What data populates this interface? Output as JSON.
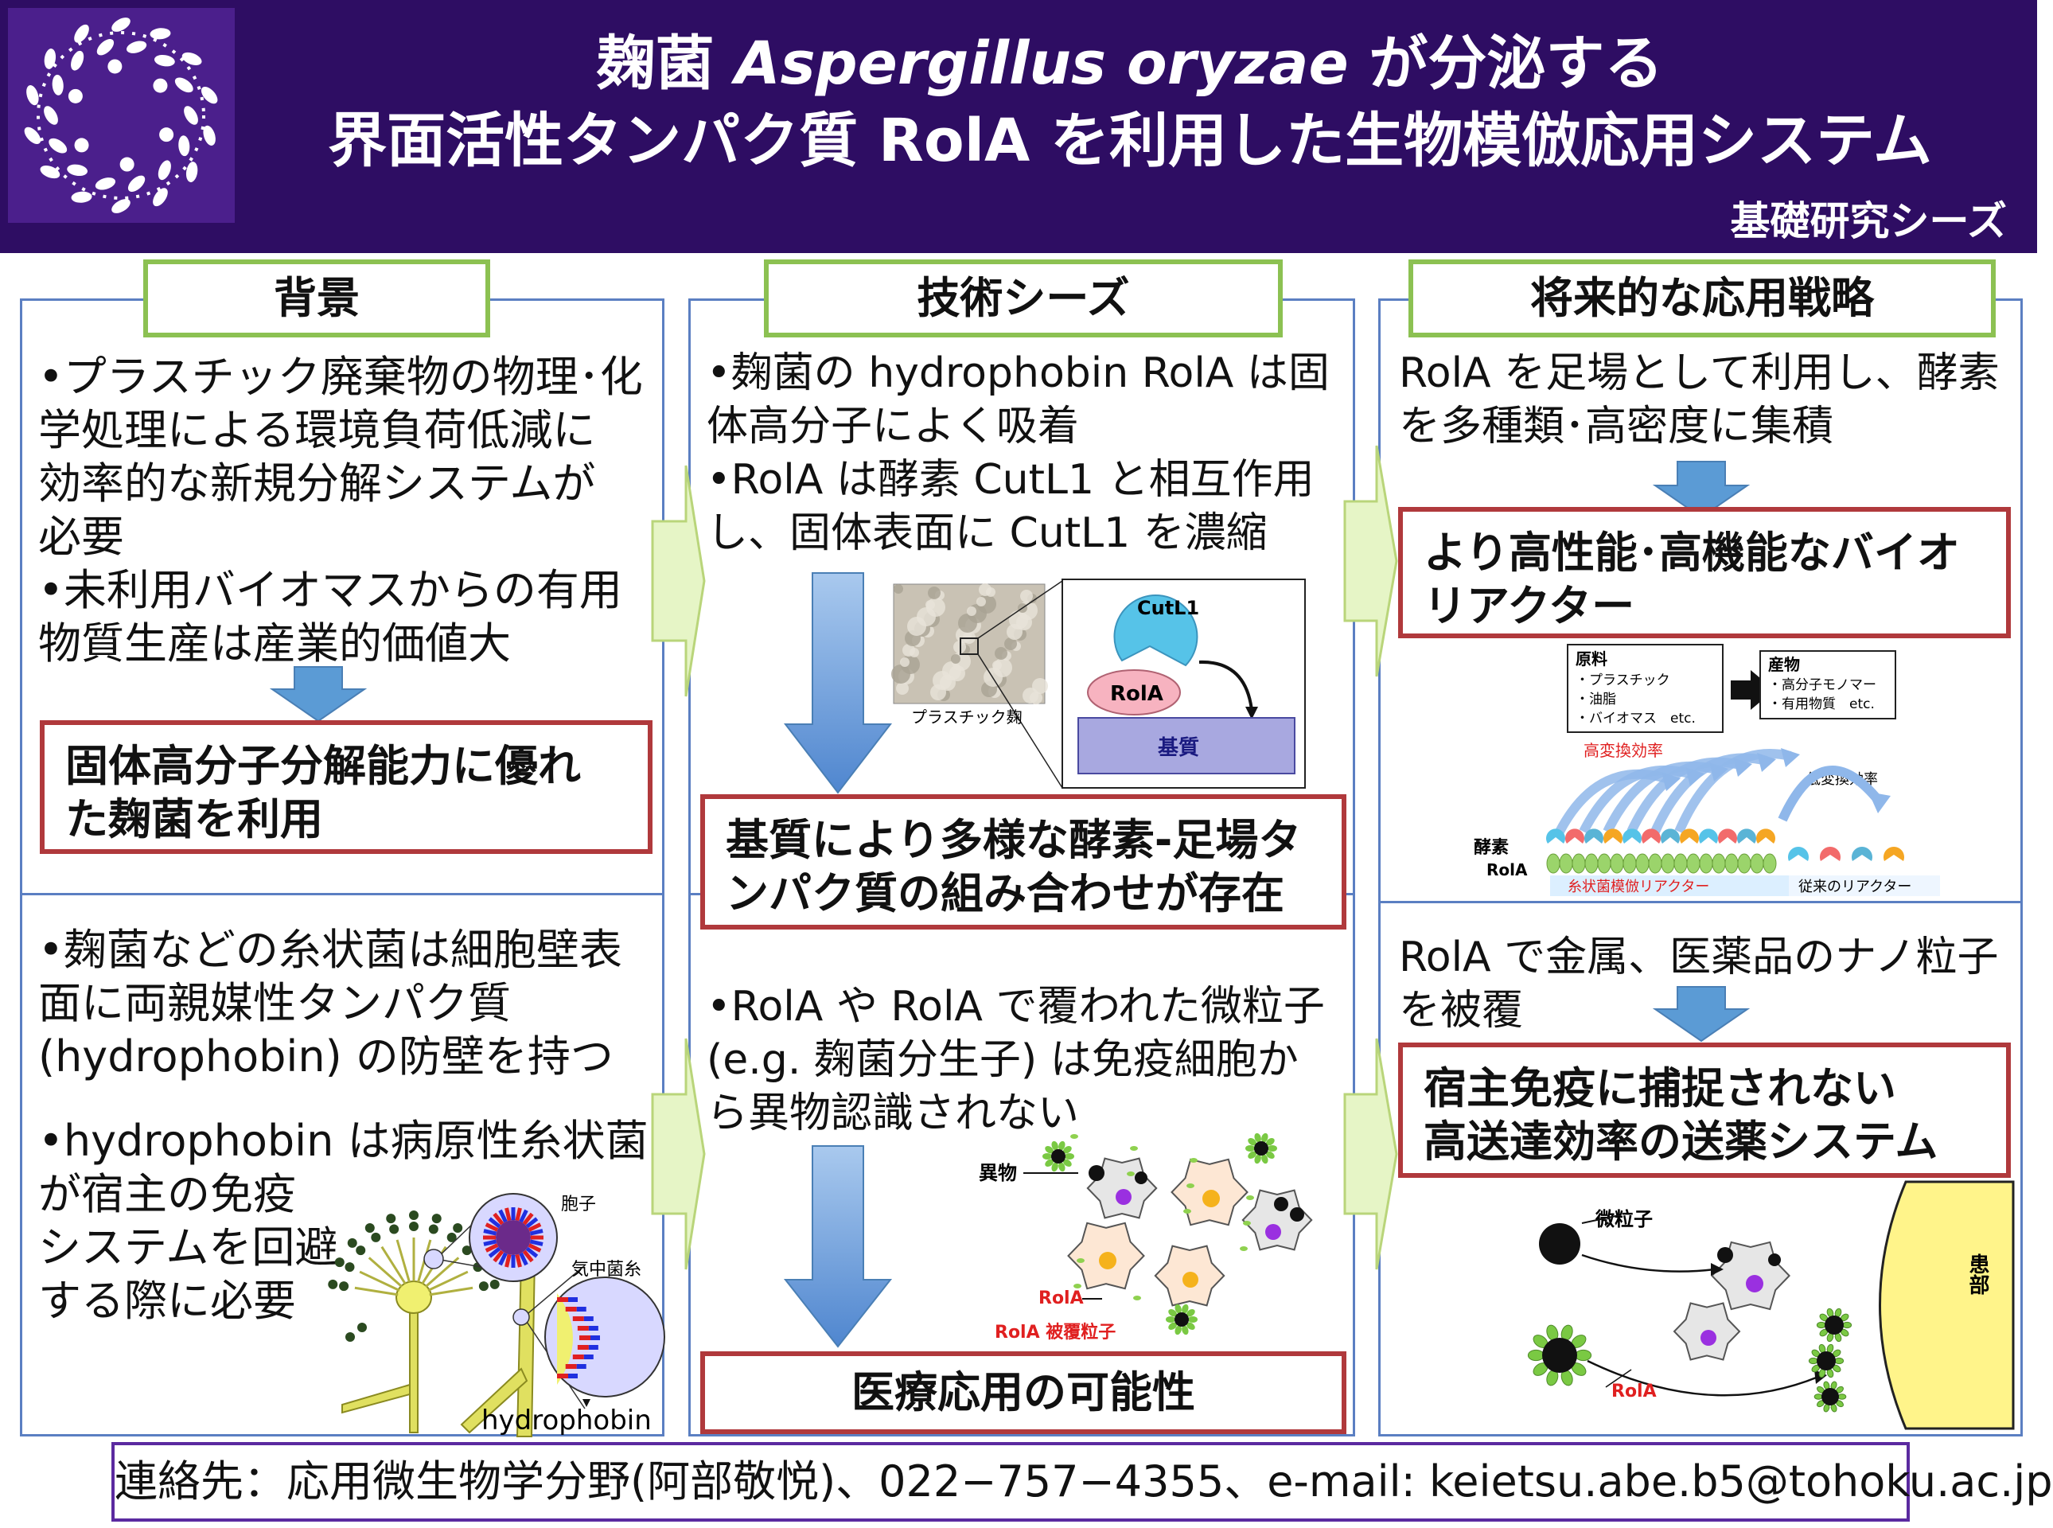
{
  "header": {
    "title_line1_pre": "麹菌 ",
    "title_line1_species": "Aspergillus oryzae",
    "title_line1_post": " が分泌する",
    "title_line2": "界面活性タンパク質 RolA を利用した生物模倣応用システム",
    "subtitle": "基礎研究シーズ"
  },
  "columns": {
    "background": {
      "heading": "背景",
      "top_text": [
        "•プラスチック廃棄物の物理･化",
        "学処理による環境負荷低減に",
        "効率的な新規分解システムが",
        "必要",
        "•未利用バイオマスからの有用",
        "物質生産は産業的価値大"
      ],
      "top_highlight": [
        "固体高分子分解能力に優れ",
        "た麹菌を利用"
      ],
      "bottom_text": [
        "•麹菌などの糸状菌は細胞壁表",
        "面に両親媒性タンパク質",
        "(hydrophobin) の防壁を持つ"
      ],
      "bottom_text2": [
        "•hydrophobin は病原性糸状菌",
        "が宿主の免疫",
        "システムを回避",
        "する際に必要"
      ],
      "fig_spore_label": "胞子",
      "fig_hyphae_label": "気中菌糸",
      "fig_hydrophobin_label": "hydrophobin"
    },
    "seeds": {
      "heading": "技術シーズ",
      "top_text": [
        "•麹菌の hydrophobin RolA は固",
        "体高分子によく吸着",
        "•RolA は酵素 CutL1 と相互作用",
        "し、固体表面に CutL1 を濃縮"
      ],
      "fig_plastic_label": "プラスチック麹",
      "fig_cutl1_label": "CutL1",
      "fig_rola_label": "RolA",
      "fig_substrate_label": "基質",
      "top_highlight": [
        "基質により多様な酵素-足場タ",
        "ンパク質の組み合わせが存在"
      ],
      "bottom_text": [
        "•RolA や RolA で覆われた微粒子",
        "(e.g. 麹菌分生子) は免疫細胞か",
        "ら異物認識されない"
      ],
      "fig_foreign_label": "異物",
      "fig_rola2_label": "RolA",
      "fig_coated_label": "RolA 被覆粒子",
      "bottom_highlight": "医療応用の可能性"
    },
    "future": {
      "heading": "将来的な応用戦略",
      "top_text": [
        "RolA を足場として利用し、酵素",
        "を多種類･高密度に集積"
      ],
      "top_highlight": [
        "より高性能･高機能なバイオ",
        "リアクター"
      ],
      "raw_title": "原料",
      "raw_items": [
        "・プラスチック",
        "・油脂",
        "・バイオマス　etc."
      ],
      "product_title": "産物",
      "product_items": [
        "・高分子モノマー",
        "・有用物質　etc."
      ],
      "high_eff_label": "高変換効率",
      "low_eff_label": "低変換効率",
      "enzyme_label": "酵素",
      "rola_label": "RolA",
      "biomimetic_label": "糸状菌模倣リアクター",
      "conventional_label": "従来のリアクター",
      "bottom_text": [
        "RolA で金属、医薬品のナノ粒子",
        "を被覆"
      ],
      "bottom_highlight": [
        "宿主免疫に捕捉されない",
        "高送達効率の送薬システム"
      ],
      "particle_label": "微粒子",
      "lesion_label": "患部",
      "rola3_label": "RolA"
    }
  },
  "footer": {
    "contact": "連絡先：応用微生物学分野(阿部敬悦)、022−757−4355、e-mail: keietsu.abe.b5@tohoku.ac.jp"
  },
  "colors": {
    "header_bg": "#2e0d63",
    "panel_border": "#5b7fc2",
    "heading_border": "#8cc152",
    "highlight_border": "#b0393c",
    "arrow_blue": "#5b9bd5",
    "footer_border": "#5b2aa0"
  }
}
